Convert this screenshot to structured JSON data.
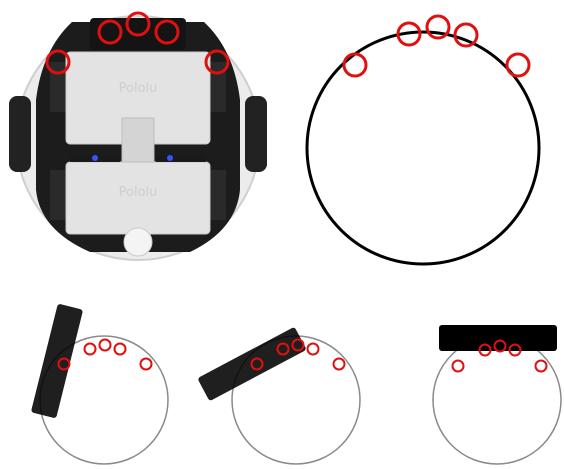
{
  "colors": {
    "sensor_ring": "#e01010",
    "outline": "#000000",
    "thin_outline": "#8a8a8a",
    "obstacle": "#000000",
    "robot_shell": "#e9e9e9",
    "robot_body": "#1c1c1c",
    "leds": "#2244ff"
  },
  "robot_photo": {
    "sensor_count": 5,
    "body_text": [
      "Pololu",
      "Pololu"
    ]
  },
  "scenarios": [
    {
      "obstacle_angle_deg": 72
    },
    {
      "obstacle_angle_deg": 29
    },
    {
      "obstacle_angle_deg": 0
    }
  ],
  "icons": [
    "robot-photo",
    "sensor-ring",
    "obstacle-bar"
  ]
}
